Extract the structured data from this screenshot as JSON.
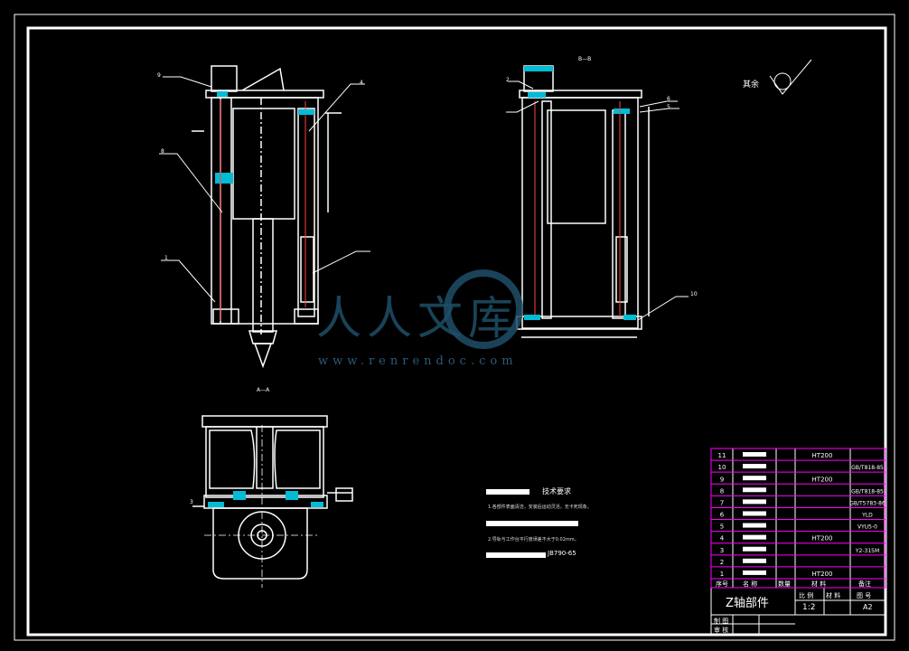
{
  "watermark": {
    "text": "人人文库",
    "url": "www.renrendoc.com"
  },
  "title_block": {
    "title": "Z轴部件",
    "scale": "1:2",
    "sheet": "A2",
    "header": {
      "seq": "序号",
      "name": "名 称",
      "qty": "数量",
      "material": "材 料",
      "note": "备注"
    },
    "scale_label": "比 例",
    "material_label": "材 料",
    "drawing_no_label": "图 号",
    "drawn_label": "制 图",
    "checked_label": "审 核",
    "rows": [
      {
        "no": "11",
        "material": "HT200",
        "note": ""
      },
      {
        "no": "10",
        "material": "",
        "note": "GB/T818-85"
      },
      {
        "no": "9",
        "material": "HT200",
        "note": ""
      },
      {
        "no": "8",
        "material": "",
        "note": "GB/T818-85"
      },
      {
        "no": "7",
        "material": "",
        "note": "GB/T5783-86"
      },
      {
        "no": "6",
        "material": "",
        "note": "YLD"
      },
      {
        "no": "5",
        "material": "",
        "note": "VYU5-0"
      },
      {
        "no": "4",
        "material": "HT200",
        "note": ""
      },
      {
        "no": "3",
        "material": "",
        "note": "Y2-315M"
      },
      {
        "no": "2",
        "material": "",
        "note": ""
      },
      {
        "no": "1",
        "material": "HT200",
        "note": ""
      }
    ]
  },
  "tech_requirements": {
    "title": "技术要求",
    "note1": "1.各部件表面清洁，安装后运动灵活，无卡死现象。",
    "note2": "2.导轨与工作台平行度误差不大于0.02mm。",
    "standard": "JB790-65"
  },
  "roughness": {
    "label": "其余"
  },
  "section_labels": {
    "aa": "A—A",
    "bb": "B—B"
  },
  "callouts": [
    "4",
    "6",
    "5",
    "1",
    "2",
    "8",
    "9",
    "10",
    "3"
  ]
}
